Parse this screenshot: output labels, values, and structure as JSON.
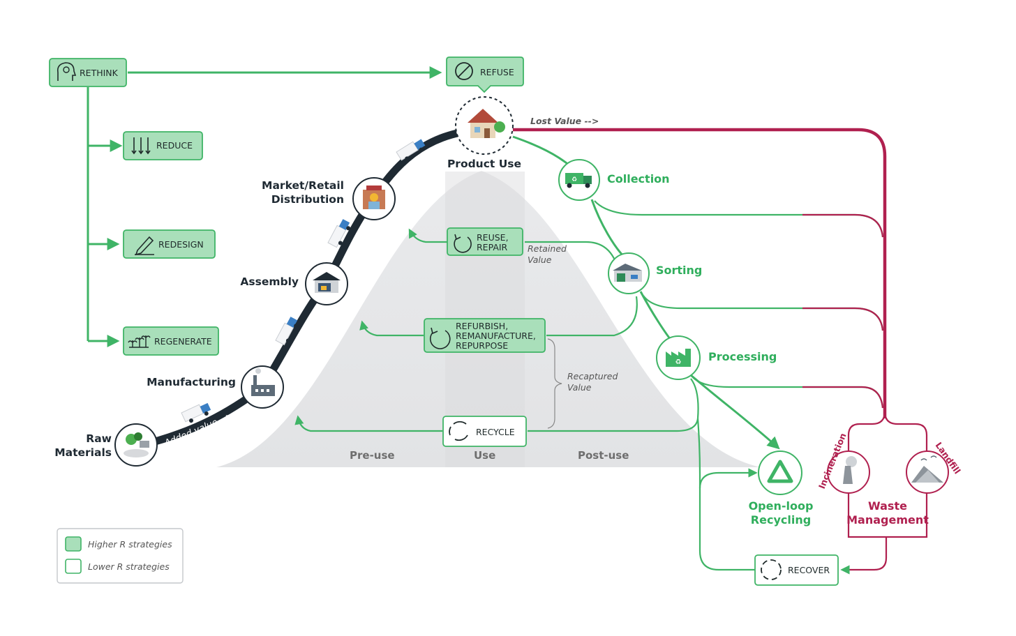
{
  "strategies": {
    "rethink": "RETHINK",
    "refuse": "REFUSE",
    "reduce": "REDUCE",
    "redesign": "REDESIGN",
    "regenerate": "REGENERATE",
    "reuse_line1": "REUSE,",
    "reuse_line2": "REPAIR",
    "refurbish_line1": "REFURBISH,",
    "refurbish_line2": "REMANUFACTURE,",
    "refurbish_line3": "REPURPOSE",
    "recycle": "RECYCLE",
    "recover": "RECOVER"
  },
  "stages": {
    "raw_line1": "Raw",
    "raw_line2": "Materials",
    "manufacturing": "Manufacturing",
    "assembly": "Assembly",
    "market_line1": "Market/Retail",
    "market_line2": "Distribution",
    "product_use": "Product Use",
    "collection": "Collection",
    "sorting": "Sorting",
    "processing": "Processing",
    "openloop_line1": "Open-loop",
    "openloop_line2": "Recycling",
    "waste_line1": "Waste",
    "waste_line2": "Management",
    "incineration": "Incineration",
    "landfill": "Landfill"
  },
  "annotations": {
    "lost_value": "Lost Value -->",
    "added_value": "Added value -->",
    "retained_line1": "Retained",
    "retained_line2": "Value",
    "recaptured_line1": "Recaptured",
    "recaptured_line2": "Value"
  },
  "phases": {
    "pre_use": "Pre-use",
    "use": "Use",
    "post_use": "Post-use"
  },
  "legend": {
    "higher": "Higher R strategies",
    "lower": "Lower R strategies"
  },
  "colors": {
    "green": "#3fb466",
    "green_fill": "#a9dfba",
    "red": "#b0204f",
    "navy": "#1f2a33",
    "bell_gray": "#e6e7e9"
  },
  "icons": [
    "head-gear-icon",
    "no-entry-icon",
    "arrows-down-icon",
    "pencil-icon",
    "sprouts-icon",
    "cycle-icon",
    "house-icon",
    "store-icon",
    "warehouse-icon",
    "factory-icon",
    "truck-icon",
    "garbage-truck-icon",
    "recycle-factory-icon",
    "recycle-triangle-icon",
    "smokestack-icon",
    "landfill-icon",
    "mining-icon"
  ]
}
